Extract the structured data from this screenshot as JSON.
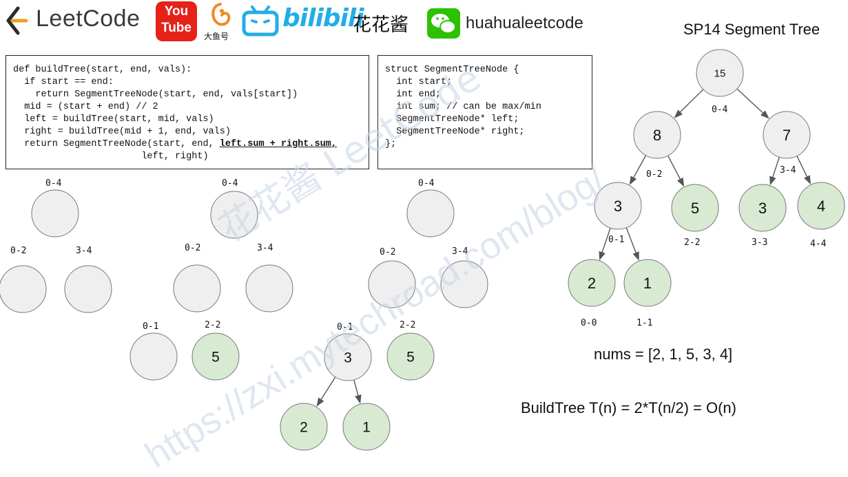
{
  "header": {
    "leetcode": "LeetCode",
    "youtube_top": "You",
    "youtube_bottom": "Tube",
    "dayu": "大鱼号",
    "bilibili": "bilibili",
    "huahuajiang": "花花酱",
    "wechat_handle": "huahualeetcode",
    "title": "SP14 Segment Tree"
  },
  "code": {
    "build_lines": [
      "def buildTree(start, end, vals):",
      "  if start == end:",
      "    return SegmentTreeNode(start, end, vals[start])",
      "  mid = (start + end) // 2",
      "  left = buildTree(start, mid, vals)",
      "  right = buildTree(mid + 1, end, vals)",
      "  return SegmentTreeNode(start, end, ",
      "left.sum + right.sum,",
      "                       left, right)"
    ],
    "struct_lines": [
      "struct SegmentTreeNode {",
      "  int start;",
      "  int end;",
      "  int sum; // can be max/min",
      "  SegmentTreeNode* left;",
      "  SegmentTreeNode* right;",
      "};"
    ]
  },
  "trees": {
    "step1": {
      "nodes": [
        {
          "label": "0-4",
          "value": ""
        },
        {
          "label": "0-2",
          "value": ""
        },
        {
          "label": "3-4",
          "value": ""
        }
      ]
    },
    "step2": {
      "nodes": [
        {
          "label": "0-4",
          "value": ""
        },
        {
          "label": "0-2",
          "value": ""
        },
        {
          "label": "3-4",
          "value": ""
        },
        {
          "label": "0-1",
          "value": ""
        },
        {
          "label": "2-2",
          "value": "5"
        }
      ]
    },
    "step3": {
      "nodes": [
        {
          "label": "0-4",
          "value": ""
        },
        {
          "label": "0-2",
          "value": ""
        },
        {
          "label": "3-4",
          "value": ""
        },
        {
          "label": "0-1",
          "value": "3"
        },
        {
          "label": "2-2",
          "value": "5"
        },
        {
          "label": "",
          "value": "2"
        },
        {
          "label": "",
          "value": "1"
        }
      ]
    },
    "final": {
      "nodes": [
        {
          "label": "0-4",
          "value": "15"
        },
        {
          "label": "0-2",
          "value": "8"
        },
        {
          "label": "3-4",
          "value": "7"
        },
        {
          "label": "0-1",
          "value": "3"
        },
        {
          "label": "2-2",
          "value": "5"
        },
        {
          "label": "3-3",
          "value": "3"
        },
        {
          "label": "4-4",
          "value": "4"
        },
        {
          "label": "0-0",
          "value": "2"
        },
        {
          "label": "1-1",
          "value": "1"
        }
      ]
    }
  },
  "formulas": {
    "nums": "nums = [2, 1, 5, 3, 4]",
    "build": "BuildTree T(n) = 2*T(n/2) = O(n)"
  },
  "watermark": {
    "text1": "花花酱 LeetCode",
    "text2": "https://zxi.mytechroad.com/blog/"
  },
  "colors": {
    "node_gray": "#efefef",
    "node_green": "#d9ead3",
    "stroke": "#555555",
    "watermark": "#c6d4e6",
    "youtube_red": "#e62117",
    "bilibili_blue": "#23ade5",
    "wechat_green": "#2dc100",
    "dayu_orange": "#f08a24"
  }
}
